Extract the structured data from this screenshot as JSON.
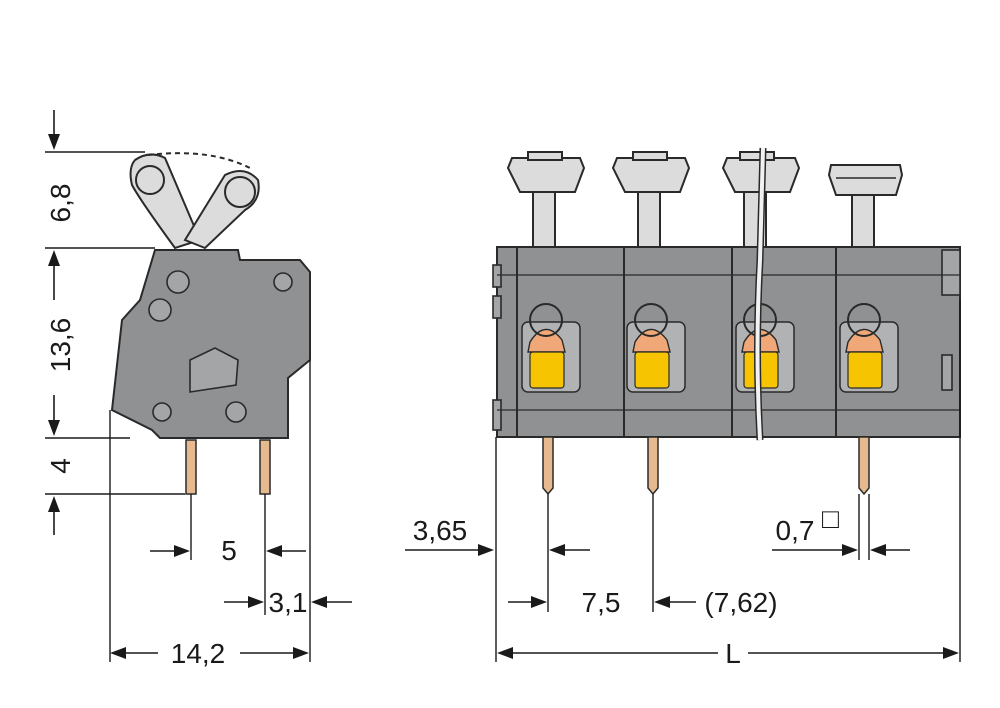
{
  "side_view": {
    "dim_lever_height": "6,8",
    "dim_body_height": "13,6",
    "dim_pin_length": "4",
    "dim_pin_pitch": "5",
    "dim_pin_offset": "3,1",
    "dim_total_depth": "14,2"
  },
  "front_view": {
    "dim_first_pin_offset": "3,65",
    "dim_pitch": "7,5",
    "dim_pitch_alt": "(7,62)",
    "dim_pin_size": "0,7",
    "dim_pin_size_symbol": "□",
    "dim_total_length": "L"
  },
  "colors": {
    "housing": "#8f9193",
    "lever": "#dcdcdc",
    "pin": "#e6b98f",
    "clamp_orange": "#f0a878",
    "clamp_yellow": "#f6c400"
  }
}
